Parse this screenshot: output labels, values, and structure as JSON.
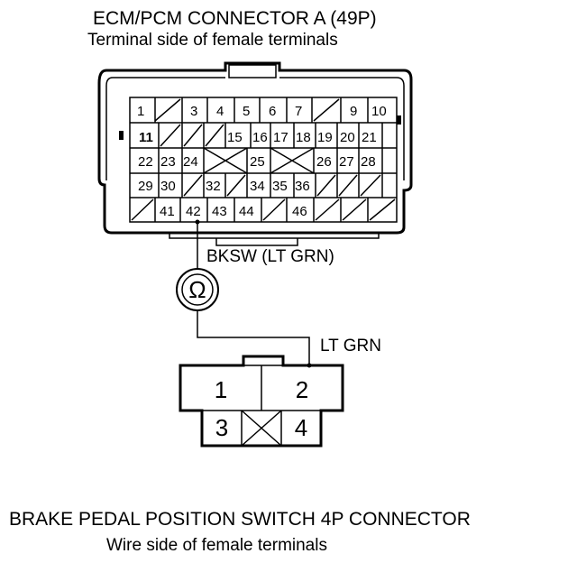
{
  "ecm_connector": {
    "title": "ECM/PCM CONNECTOR A (49P)",
    "subtitle": "Terminal side of female terminals",
    "pins": [
      "1",
      "3",
      "4",
      "5",
      "6",
      "7",
      "9",
      "10",
      "11",
      "15",
      "16",
      "17",
      "18",
      "19",
      "20",
      "21",
      "22",
      "23",
      "24",
      "25",
      "26",
      "27",
      "28",
      "29",
      "30",
      "32",
      "34",
      "35",
      "36",
      "41",
      "42",
      "43",
      "44",
      "46"
    ]
  },
  "wire_top": {
    "label": "BKSW (LT GRN)"
  },
  "meter": {
    "symbol": "Ω"
  },
  "wire_bottom": {
    "label": "LT GRN"
  },
  "switch_connector": {
    "pins": [
      "1",
      "2",
      "3",
      "4"
    ],
    "title": "BRAKE PEDAL POSITION SWITCH 4P CONNECTOR",
    "subtitle": "Wire side of female terminals"
  }
}
